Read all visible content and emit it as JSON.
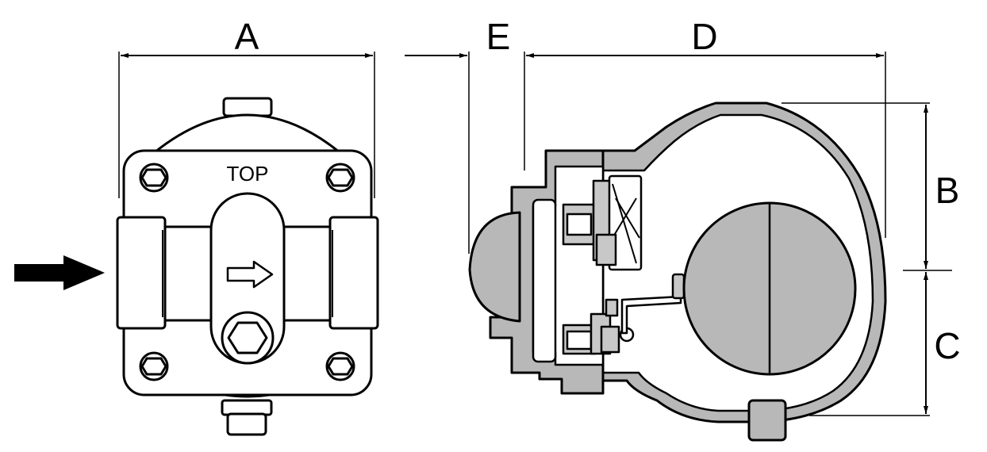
{
  "labels": {
    "dim_a": "A",
    "dim_b": "B",
    "dim_c": "C",
    "dim_d": "D",
    "dim_e": "E",
    "top": "TOP"
  },
  "colors": {
    "line": "#000000",
    "body_fill": "#ffffff",
    "section_fill": "#b8b8b8",
    "float_fill": "#b8b8b8"
  },
  "icons": {
    "flow_arrow": "arrow-right-icon",
    "direction_arrow": "outline-arrow-right-icon"
  }
}
